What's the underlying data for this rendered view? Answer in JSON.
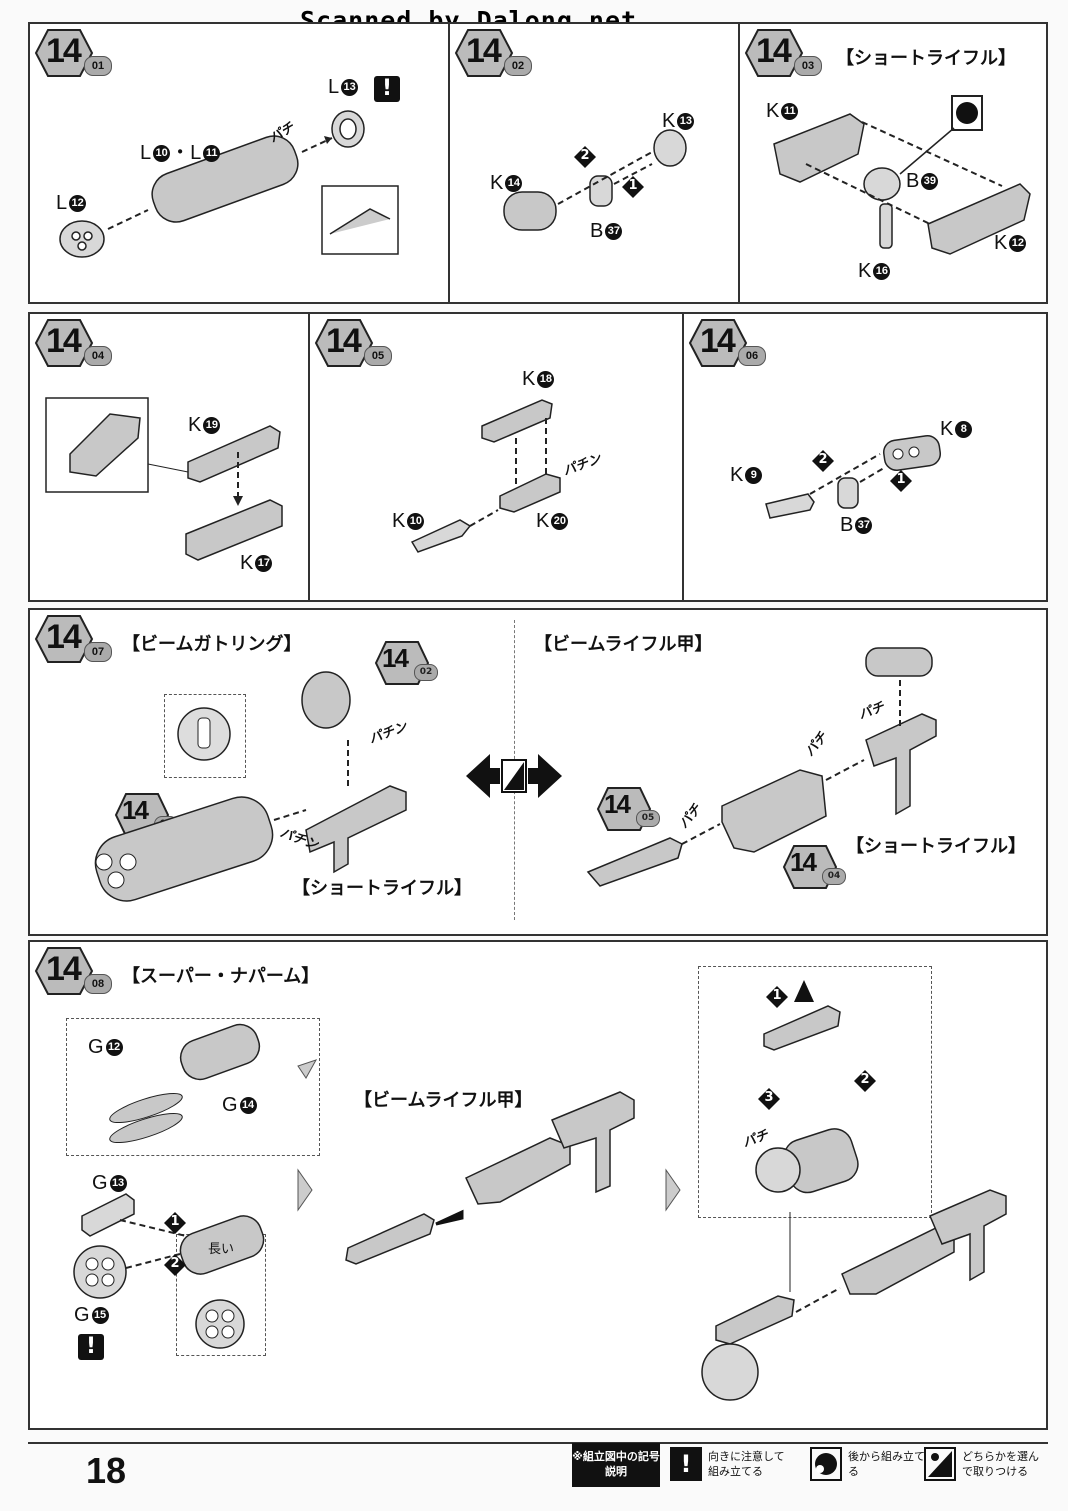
{
  "watermark": "Scanned by Dalong.net",
  "page_number": "18",
  "steps": {
    "s01": {
      "num": "14",
      "sub": "01"
    },
    "s02": {
      "num": "14",
      "sub": "02"
    },
    "s03": {
      "num": "14",
      "sub": "03",
      "title": "【ショートライフル】"
    },
    "s04": {
      "num": "14",
      "sub": "04"
    },
    "s05": {
      "num": "14",
      "sub": "05"
    },
    "s06": {
      "num": "14",
      "sub": "06"
    },
    "s07": {
      "num": "14",
      "sub": "07",
      "title_left": "【ビームガトリング】",
      "title_right": "【ビームライフル甲】",
      "label_short_rifle_left": "【ショートライフル】",
      "label_short_rifle_right": "【ショートライフル】"
    },
    "s08": {
      "num": "14",
      "sub": "08",
      "title": "【スーパー・ナパーム】",
      "label_beam_rifle": "【ビームライフル甲】",
      "long_label": "長い"
    }
  },
  "refs": {
    "r02": {
      "num": "14",
      "sub": "02"
    },
    "r01": {
      "num": "14",
      "sub": "01"
    },
    "r05": {
      "num": "14",
      "sub": "05"
    },
    "r04": {
      "num": "14",
      "sub": "04"
    }
  },
  "parts": {
    "p1_l13": {
      "letter": "L",
      "n": "13"
    },
    "p1_l10": {
      "letter": "L",
      "n": "10",
      "extra": "・L"
    },
    "p1_l11": {
      "n": "11"
    },
    "p1_l12": {
      "letter": "L",
      "n": "12"
    },
    "p2_k13": {
      "letter": "K",
      "n": "13"
    },
    "p2_k14": {
      "letter": "K",
      "n": "14"
    },
    "p2_b37": {
      "letter": "B",
      "n": "37"
    },
    "p3_k11": {
      "letter": "K",
      "n": "11"
    },
    "p3_b39": {
      "letter": "B",
      "n": "39"
    },
    "p3_k12": {
      "letter": "K",
      "n": "12"
    },
    "p3_k16": {
      "letter": "K",
      "n": "16"
    },
    "p4_k19": {
      "letter": "K",
      "n": "19"
    },
    "p4_k17": {
      "letter": "K",
      "n": "17"
    },
    "p5_k18": {
      "letter": "K",
      "n": "18"
    },
    "p5_k10": {
      "letter": "K",
      "n": "10"
    },
    "p5_k20": {
      "letter": "K",
      "n": "20"
    },
    "p6_k8": {
      "letter": "K",
      "n": "8"
    },
    "p6_k9": {
      "letter": "K",
      "n": "9"
    },
    "p6_b37": {
      "letter": "B",
      "n": "37"
    },
    "p8_g12": {
      "letter": "G",
      "n": "12"
    },
    "p8_g14": {
      "letter": "G",
      "n": "14"
    },
    "p8_g13": {
      "letter": "G",
      "n": "13"
    },
    "p8_g15": {
      "letter": "G",
      "n": "15"
    }
  },
  "step_markers": {
    "one": "1",
    "two": "2",
    "three": "3"
  },
  "sfx": {
    "pachin": "パチン",
    "pachi": "パチ"
  },
  "legend": {
    "head": "※組立図中の記号説明",
    "item1": "向きに注意して組み立てる",
    "item2": "後から組み立てる",
    "item3": "どちらかを選んで取りつける"
  },
  "warning_symbol": "!"
}
